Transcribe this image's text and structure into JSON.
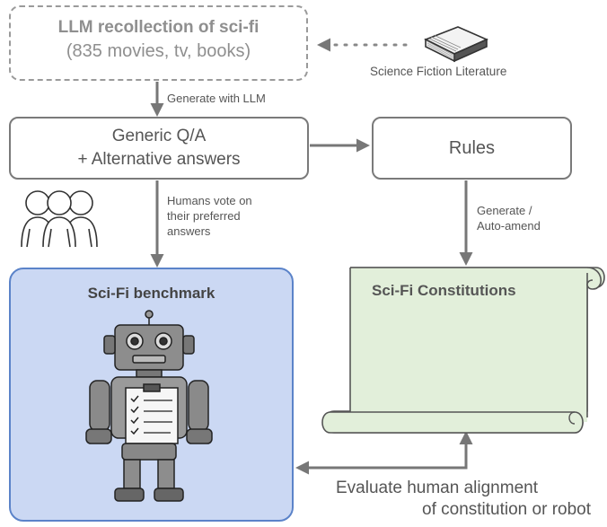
{
  "top_box": {
    "title": "LLM recollection of sci-fi",
    "subtitle": "(835 movies, tv, books)"
  },
  "literature": {
    "label": "Science Fiction Literature",
    "icon": "book-icon"
  },
  "edge_generate_llm": "Generate with LLM",
  "generic_box": {
    "line1": "Generic Q/A",
    "line2": "+ Alternative answers"
  },
  "rules_box": {
    "label": "Rules"
  },
  "edge_humans_vote": [
    "Humans vote on",
    "their preferred",
    "answers"
  ],
  "edge_generate_amend": [
    "Generate /",
    "Auto-amend"
  ],
  "benchmark": {
    "title": "Sci-Fi benchmark",
    "icon": "robot-with-clipboard-icon"
  },
  "constitutions": {
    "title": "Sci-Fi Constitutions",
    "icon": "scroll-icon"
  },
  "evaluate": [
    "Evaluate  human alignment",
    "of constitution or robot"
  ],
  "people_icon": "three-people-icon",
  "colors": {
    "benchmark_fill": "#cbd8f3",
    "benchmark_border": "#5b83c9",
    "scroll_fill": "#e2efda",
    "arrow": "#777777"
  }
}
